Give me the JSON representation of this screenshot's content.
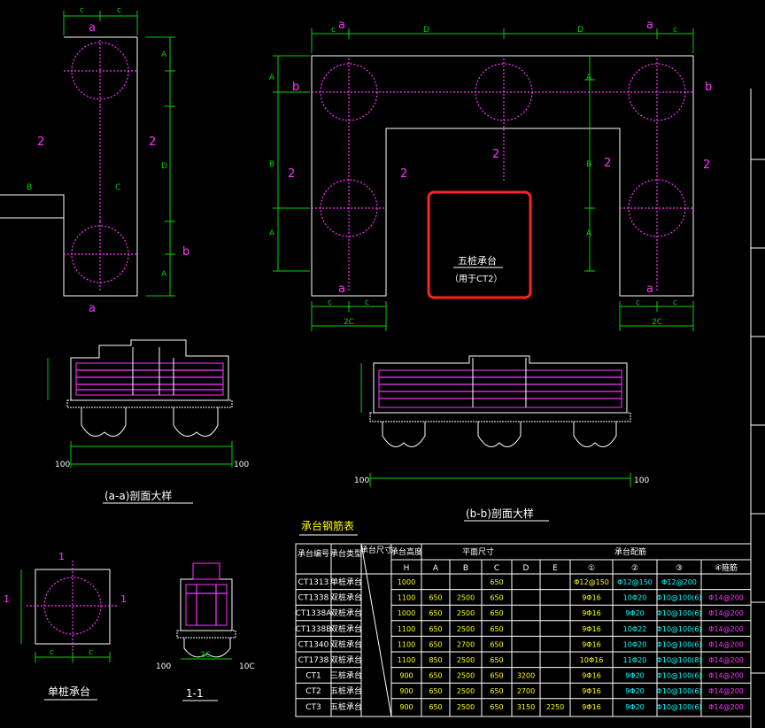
{
  "labels": {
    "a": "a",
    "b": "b",
    "c": "c",
    "d": "d",
    "A": "A",
    "B": "B",
    "C": "C",
    "D": "D",
    "two": "2",
    "one": "1",
    "two_c": "2C",
    "hundred": "100",
    "hundred2": "10C"
  },
  "highlight": {
    "title": "五桩承台",
    "subtitle": "（用于CT2）"
  },
  "sections": {
    "aa": "(a-a)剖面大样",
    "bb": "(b-b)剖面大样",
    "single": "单桩承台",
    "one_one": "1-1"
  },
  "table": {
    "title": "承台钢筋表",
    "headers": [
      "承台编号",
      "承台类型",
      "承台尺寸",
      "承台高度",
      "平面尺寸",
      "承台配筋"
    ],
    "height_col": "H",
    "plan_cols": [
      "A",
      "B",
      "C",
      "D",
      "E"
    ],
    "rebar_cols": [
      "①",
      "②",
      "③",
      "④箍筋"
    ],
    "rows": [
      {
        "id": "CT1313",
        "type": "单桩承台",
        "h": "1000",
        "a": "",
        "b": "",
        "c": "650",
        "d": "",
        "e": "",
        "r1": "Φ12@150",
        "r2": "Φ12@150",
        "r3": "Φ12@200",
        "r4": ""
      },
      {
        "id": "CT1338",
        "type": "双桩承台",
        "h": "1100",
        "a": "650",
        "b": "2500",
        "c": "650",
        "d": "",
        "e": "",
        "r1": "9Φ16",
        "r2": "10Φ20",
        "r3": "Φ10@100(6)",
        "r4": "Φ14@200"
      },
      {
        "id": "CT1338A",
        "type": "双桩承台",
        "h": "1000",
        "a": "650",
        "b": "2500",
        "c": "650",
        "d": "",
        "e": "",
        "r1": "9Φ16",
        "r2": "9Φ20",
        "r3": "Φ10@100(6)",
        "r4": "Φ14@200"
      },
      {
        "id": "CT1338B",
        "type": "双桩承台",
        "h": "1100",
        "a": "650",
        "b": "2500",
        "c": "650",
        "d": "",
        "e": "",
        "r1": "9Φ16",
        "r2": "10Φ22",
        "r3": "Φ10@100(6)",
        "r4": "Φ14@200"
      },
      {
        "id": "CT1340",
        "type": "双桩承台",
        "h": "1100",
        "a": "650",
        "b": "2700",
        "c": "650",
        "d": "",
        "e": "",
        "r1": "9Φ16",
        "r2": "10Φ20",
        "r3": "Φ10@100(6)",
        "r4": "Φ14@200"
      },
      {
        "id": "CT1738",
        "type": "双桩承台",
        "h": "1100",
        "a": "850",
        "b": "2500",
        "c": "650",
        "d": "",
        "e": "",
        "r1": "10Φ16",
        "r2": "11Φ20",
        "r3": "Φ10@100(8)",
        "r4": "Φ14@200"
      },
      {
        "id": "CT1",
        "type": "三桩承台",
        "h": "900",
        "a": "650",
        "b": "2500",
        "c": "650",
        "d": "3200",
        "e": "",
        "r1": "9Φ16",
        "r2": "9Φ20",
        "r3": "Φ10@100(6)",
        "r4": "Φ14@200"
      },
      {
        "id": "CT2",
        "type": "五桩承台",
        "h": "900",
        "a": "650",
        "b": "2500",
        "c": "650",
        "d": "2700",
        "e": "",
        "r1": "9Φ16",
        "r2": "9Φ20",
        "r3": "Φ10@100(6)",
        "r4": "Φ14@200"
      },
      {
        "id": "CT3",
        "type": "五桩承台",
        "h": "900",
        "a": "650",
        "b": "2500",
        "c": "650",
        "d": "3150",
        "e": "2250",
        "r1": "9Φ16",
        "r2": "9Φ20",
        "r3": "Φ10@100(6)",
        "r4": "Φ14@200"
      }
    ]
  },
  "colors": {
    "background": "#000000",
    "outline": "#ffffff",
    "dimension": "#00d400",
    "pile": "#ff33ff",
    "highlight": "#ff2222"
  }
}
